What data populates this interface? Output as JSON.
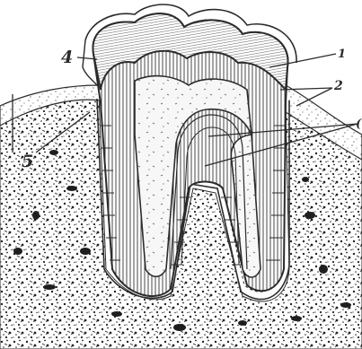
{
  "figure": {
    "labels": {
      "l1": "1",
      "l2": "2",
      "l3": "(",
      "l4": "4",
      "l5": "5"
    }
  },
  "colors": {
    "ink": "#2b2b2b",
    "paper": "#ffffff",
    "pulp": "#f7f7f7"
  }
}
